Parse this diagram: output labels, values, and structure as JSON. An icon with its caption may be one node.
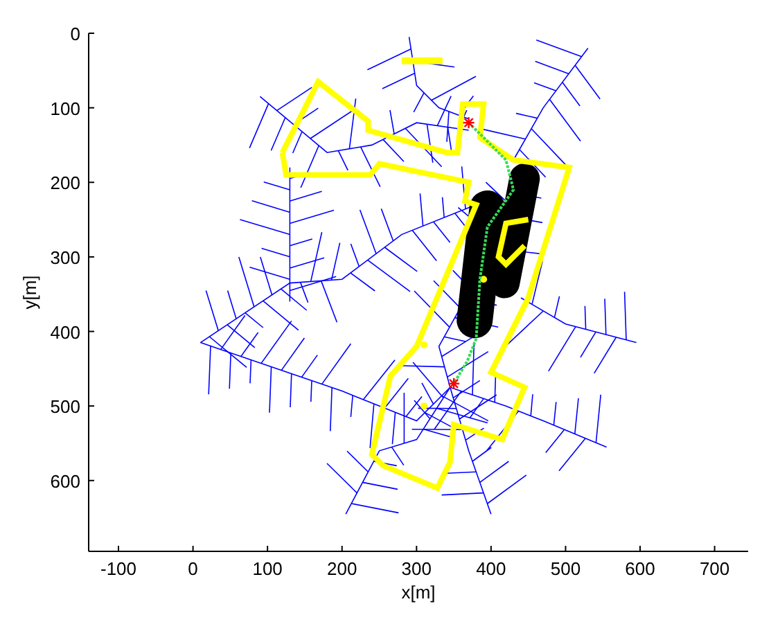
{
  "diagram": {
    "chart_data": {
      "type": "scatter",
      "xlabel": "x[m]",
      "ylabel": "y[m]",
      "xlim": [
        -140,
        745
      ],
      "ylim": [
        695,
        0
      ],
      "xticks": [
        -100,
        0,
        100,
        200,
        300,
        400,
        500,
        600,
        700
      ],
      "yticks": [
        0,
        100,
        200,
        300,
        400,
        500,
        600
      ],
      "x": [
        370,
        350
      ],
      "series": [
        {
          "color": "#ff0000",
          "values": [
            120,
            470
          ]
        }
      ]
    }
  }
}
